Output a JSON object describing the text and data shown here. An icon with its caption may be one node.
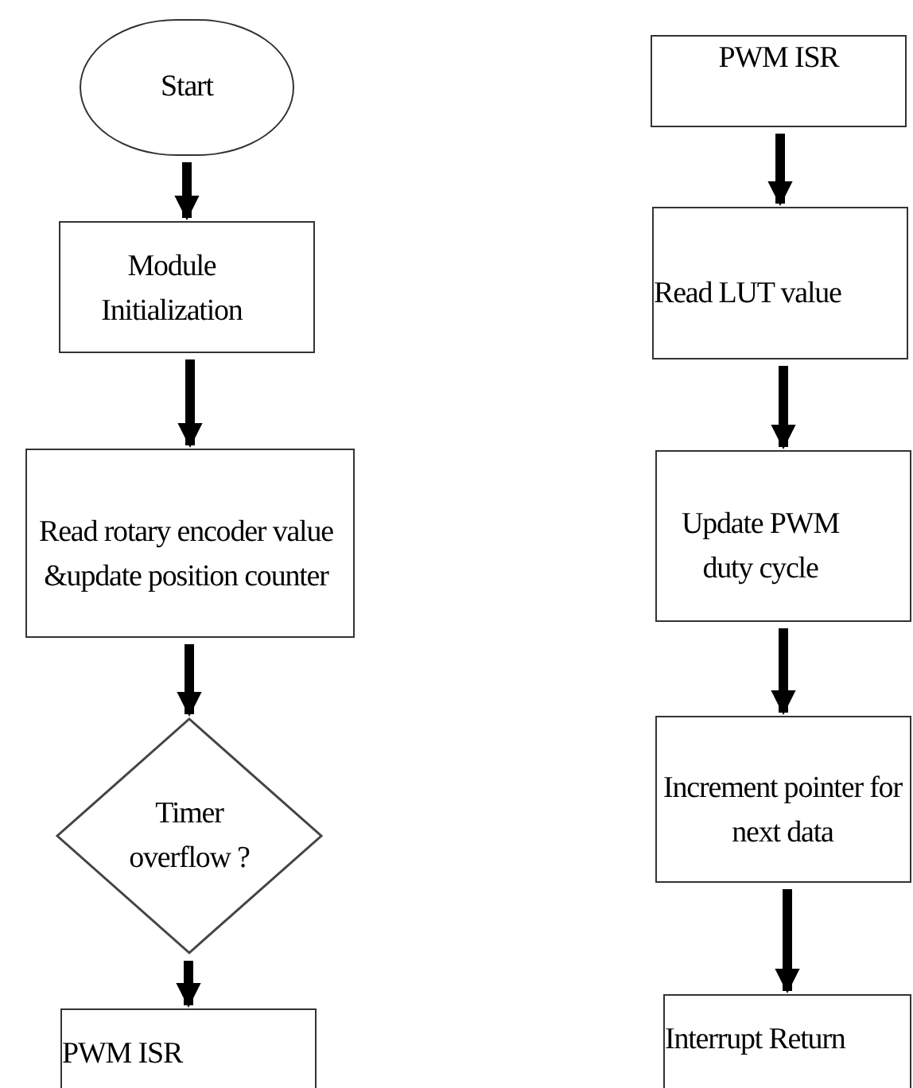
{
  "diagram": {
    "nodes": [
      {
        "text": [
          "Start"
        ]
      },
      {
        "text": [
          "Module Initialization"
        ]
      },
      {
        "text": [
          "Read rotary encoder value &update position counter"
        ]
      },
      {
        "text": [
          "Timer overflow ?"
        ]
      },
      {
        "text": [
          "PWM ISR"
        ]
      },
      {
        "text": [
          "PWM ISR"
        ]
      },
      {
        "text": [
          "Read LUT value"
        ]
      },
      {
        "text": [
          "Update PWM duty cycle"
        ]
      },
      {
        "text": [
          "Increment pointer for next data"
        ]
      },
      {
        "text": [
          "Interrupt Return"
        ]
      }
    ],
    "edges": [
      {
        "from": 0,
        "to": 1,
        "arrow": "to"
      },
      {
        "from": 1,
        "to": 2,
        "arrow": "to"
      },
      {
        "from": 2,
        "to": 3,
        "arrow": "to"
      },
      {
        "from": 3,
        "to": 4,
        "arrow": "to"
      },
      {
        "from": 5,
        "to": 6,
        "arrow": "to"
      },
      {
        "from": 6,
        "to": 7,
        "arrow": "to"
      },
      {
        "from": 7,
        "to": 8,
        "arrow": "to"
      },
      {
        "from": 8,
        "to": 9,
        "arrow": "to"
      }
    ]
  }
}
